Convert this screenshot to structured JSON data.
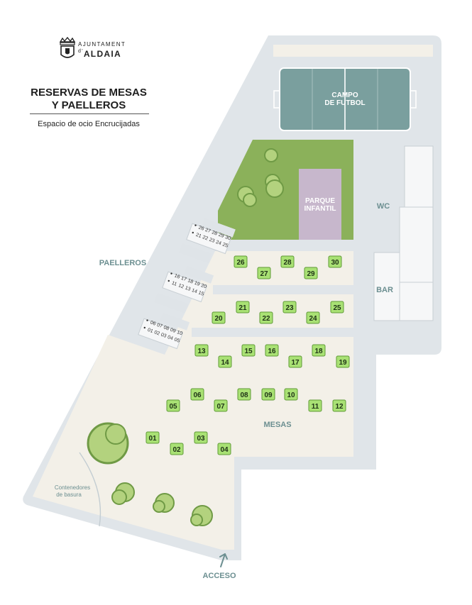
{
  "organization": {
    "line1": "AJUNTAMENT",
    "prefix": "d'",
    "name": "ALDAIA"
  },
  "title": {
    "line1": "RESERVAS DE MESAS",
    "line2": "Y PAELLEROS"
  },
  "subtitle": "Espacio de ocio Encrucijadas",
  "areas": {
    "campo": {
      "line1": "CAMPO",
      "line2": "DE FUTBOL"
    },
    "parque": {
      "line1": "PARQUE",
      "line2": "INFANTIL"
    },
    "wc": "WC",
    "bar": "BAR",
    "paelleros": "PAELLEROS",
    "mesas": "MESAS",
    "contenedores": {
      "line1": "Contenedores",
      "line2": "de basura"
    },
    "acceso": "ACCESO"
  },
  "paelleros": {
    "group_a": {
      "top": [
        "26",
        "27",
        "28",
        "29",
        "30"
      ],
      "bottom": [
        "21",
        "22",
        "23",
        "24",
        "25"
      ]
    },
    "group_b": {
      "top": [
        "16",
        "17",
        "18",
        "19",
        "20"
      ],
      "bottom": [
        "11",
        "12",
        "13",
        "14",
        "15"
      ]
    },
    "group_c": {
      "top": [
        "06",
        "07",
        "08",
        "09",
        "10"
      ],
      "bottom": [
        "01",
        "02",
        "03",
        "04",
        "05"
      ]
    }
  },
  "mesas": [
    "01",
    "02",
    "03",
    "04",
    "05",
    "06",
    "07",
    "08",
    "09",
    "10",
    "11",
    "12",
    "13",
    "14",
    "15",
    "16",
    "17",
    "18",
    "19",
    "20",
    "21",
    "22",
    "23",
    "24",
    "25",
    "26",
    "27",
    "28",
    "29",
    "30"
  ],
  "colors": {
    "pavement": "#e0e5e9",
    "floor": "#f3f0e8",
    "grass": "#8bb15a",
    "field": "#7a9f9e",
    "playground": "#c7b7cc",
    "table": "#a9e174",
    "label_teal": "#6c8f91"
  }
}
